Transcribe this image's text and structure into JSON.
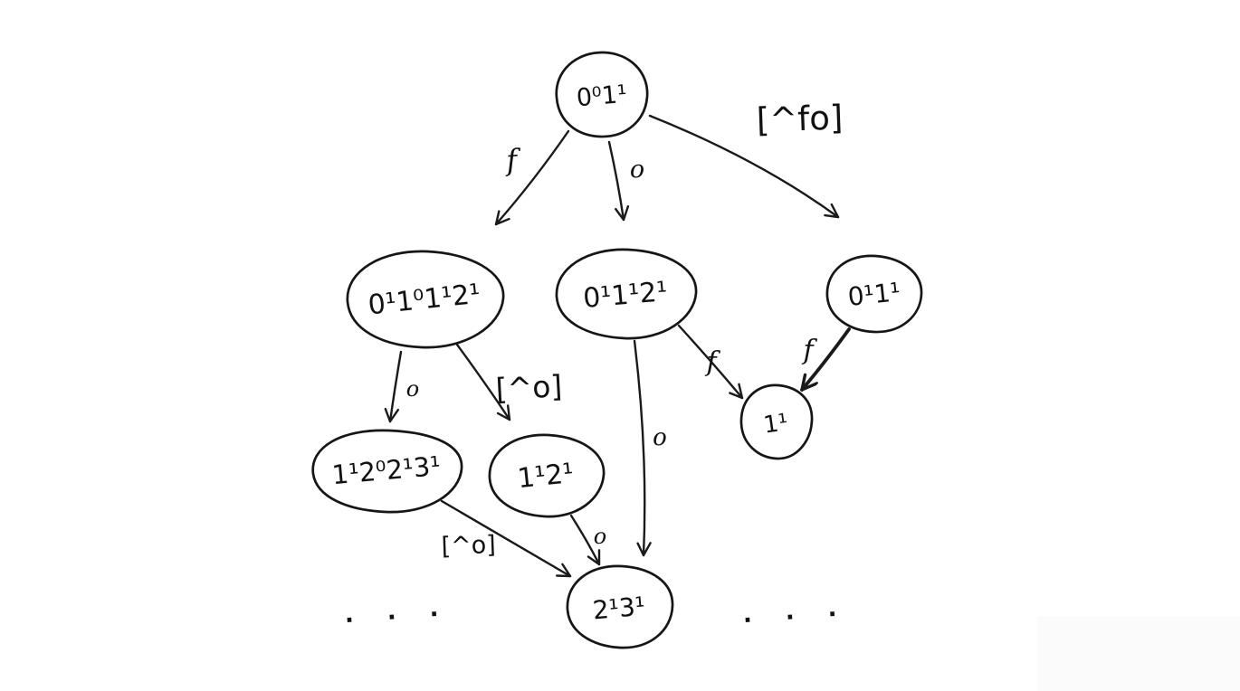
{
  "diagram": {
    "kind": "hand-drawn state diagram",
    "ink_color": "#1a1a1a",
    "background_color": "#ffffff",
    "nodes": [
      {
        "id": "n0",
        "label": "0⁰1¹"
      },
      {
        "id": "n1",
        "label": "0¹1⁰1¹2¹"
      },
      {
        "id": "n2",
        "label": "0¹1¹2¹"
      },
      {
        "id": "n3",
        "label": "0¹1¹"
      },
      {
        "id": "n4",
        "label": "1¹2⁰2¹3¹"
      },
      {
        "id": "n5",
        "label": "1¹2¹"
      },
      {
        "id": "n6",
        "label": "1¹"
      },
      {
        "id": "n7",
        "label": "2¹3¹"
      }
    ],
    "edges": [
      {
        "from": "n0",
        "to": "n1",
        "label": "f"
      },
      {
        "from": "n0",
        "to": "n2",
        "label": "o"
      },
      {
        "from": "n0",
        "to": "n3",
        "label": "[^fo]"
      },
      {
        "from": "n1",
        "to": "n4",
        "label": "o"
      },
      {
        "from": "n1",
        "to": "n5",
        "label": "[^o]"
      },
      {
        "from": "n2",
        "to": "n6",
        "label": "f"
      },
      {
        "from": "n2",
        "to": "n7",
        "label": "o"
      },
      {
        "from": "n3",
        "to": "n6",
        "label": "f"
      },
      {
        "from": "n4",
        "to": "n7",
        "label": "[^o]"
      },
      {
        "from": "n5",
        "to": "n7",
        "label": "o"
      }
    ],
    "ellipsis_left": ". . .",
    "ellipsis_right": ". . ."
  }
}
